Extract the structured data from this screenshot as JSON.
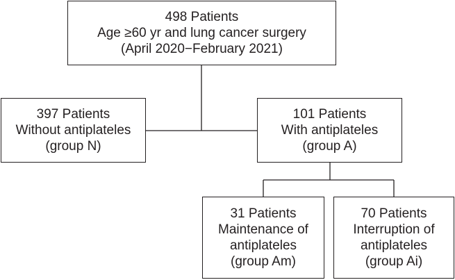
{
  "flowchart": {
    "top": {
      "line1": "498 Patients",
      "line2": "Age ≥60 yr and lung cancer surgery",
      "line3": "(April 2020−February 2021)"
    },
    "group_n": {
      "line1": "397 Patients",
      "line2": "Without antiplateles",
      "line3": "(group N)"
    },
    "group_a": {
      "line1": "101 Patients",
      "line2": "With antiplateles",
      "line3": "(group A)"
    },
    "group_am": {
      "line1": "31 Patients",
      "line2": "Maintenance of",
      "line3": "antiplateles",
      "line4": "(group Am)"
    },
    "group_ai": {
      "line1": "70 Patients",
      "line2": "Interruption of",
      "line3": "antiplateles",
      "line4": "(group Ai)"
    }
  },
  "colors": {
    "line": "#231f20",
    "background": "#ffffff"
  }
}
